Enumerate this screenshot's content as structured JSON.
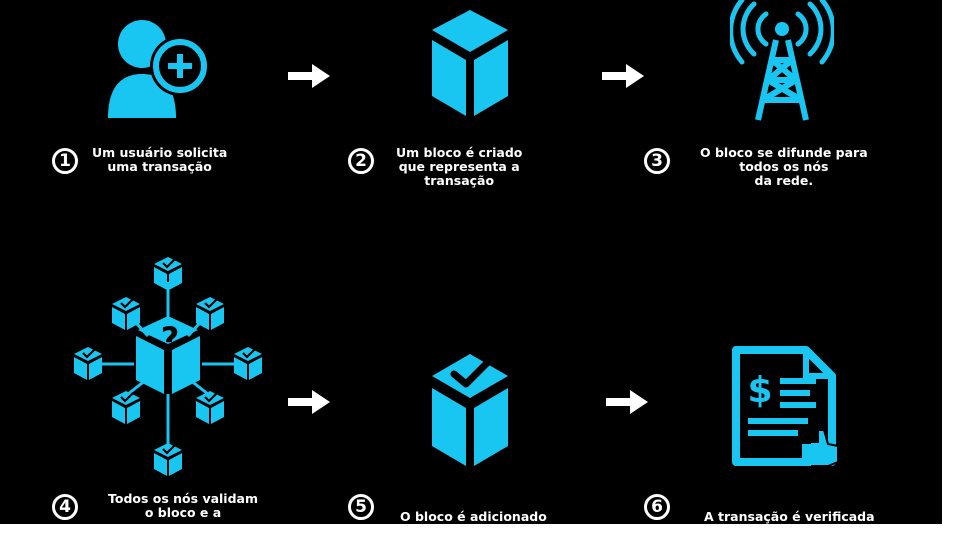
{
  "colors": {
    "accent": "#19c6f2",
    "background": "#000000",
    "text": "#ffffff"
  },
  "steps": [
    {
      "number": "1",
      "text": "Um usuário solicita\numa transação",
      "icon": "user-add-icon"
    },
    {
      "number": "2",
      "text": "Um bloco é criado\nque representa a\ntransação",
      "icon": "block-cube-icon"
    },
    {
      "number": "3",
      "text": "O bloco se difunde para\ntodos os nós\nda rede.",
      "icon": "broadcast-tower-icon"
    },
    {
      "number": "4",
      "text": "Todos os nós validam\no bloco e a",
      "icon": "network-validation-icon"
    },
    {
      "number": "5",
      "text": "O bloco é adicionado",
      "icon": "block-check-icon"
    },
    {
      "number": "6",
      "text": "A transação é verificada",
      "icon": "verified-document-icon"
    }
  ],
  "question_mark": "?",
  "dollar_sign": "$"
}
